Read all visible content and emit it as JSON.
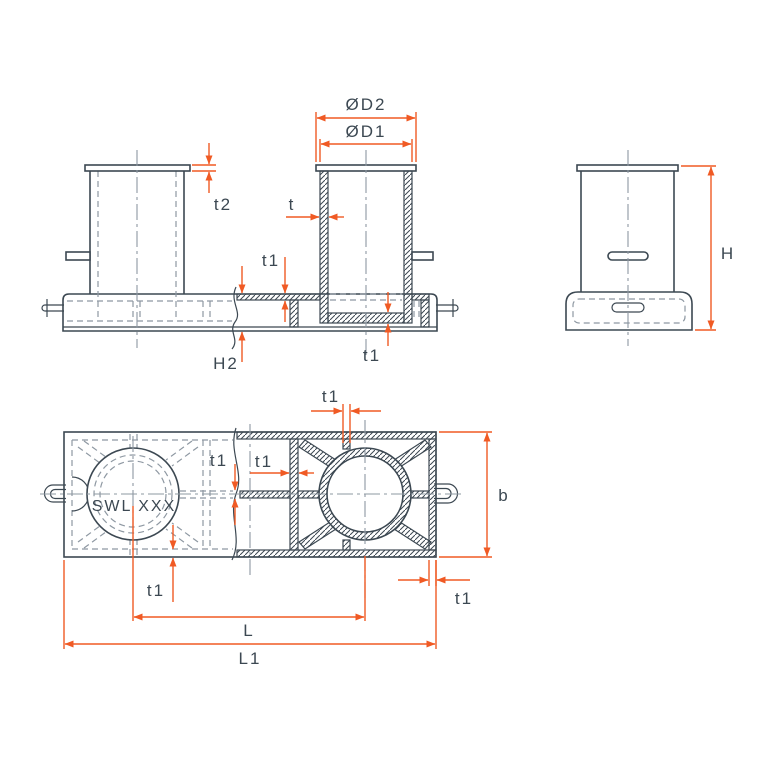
{
  "drawing": {
    "type": "technical-drawing",
    "subject": "double-bitt-mooring-bollard",
    "colors": {
      "outline": "#3C4852",
      "hidden_line": "#8E98A2",
      "dimension": "#F05A24",
      "background": "#FFFFFF"
    },
    "dimension_labels": {
      "d2": "ØD2",
      "d1": "ØD1",
      "t2": "t2",
      "t": "t",
      "t1": "t1",
      "h2": "H2",
      "h": "H",
      "b": "b",
      "l": "L",
      "l1": "L1"
    },
    "markings": {
      "swl": "SWL XXX"
    }
  }
}
